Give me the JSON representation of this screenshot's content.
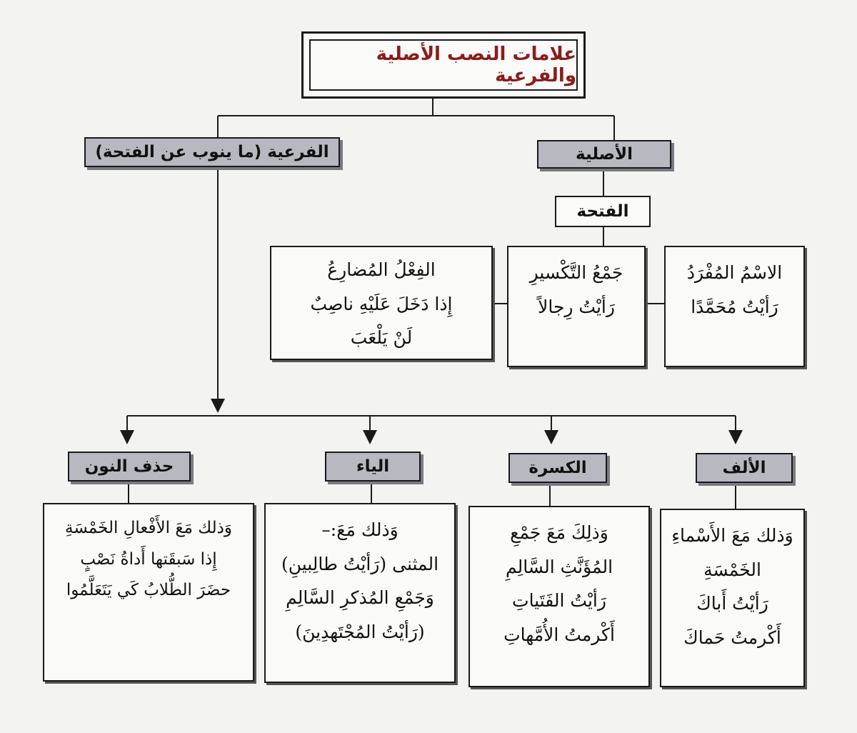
{
  "title": "علامات النصب الأصلية والفرعية",
  "branches": {
    "original": {
      "label": "الأصلية"
    },
    "secondary": {
      "label": "الفرعية (ما ينوب عن الفتحة)"
    }
  },
  "fatha": {
    "label": "الفتحة"
  },
  "original_cases": [
    {
      "lines": [
        "الاسْمُ المُفْرَدُ",
        "رَأيْتُ مُحَمَّدًا"
      ]
    },
    {
      "lines": [
        "جَمْعُ التَّكْسيرِ",
        "رَأيْتُ رِجالاً"
      ]
    },
    {
      "lines": [
        "الفِعْلُ المُضارِعُ",
        "إِذا دَخَلَ عَلَيْهِ ناصِبٌ",
        "لَنْ يَلْعَبَ"
      ]
    }
  ],
  "secondary_cases": [
    {
      "label": "الألف",
      "lines": [
        "وَذلك مَعَ الأَسْماءِ",
        "الخَمْسَةِ",
        "رَأيْتُ أَباكَ",
        "أَكْرمتُ حَماكَ"
      ]
    },
    {
      "label": "الكسرة",
      "lines": [
        "وَذلِكَ مَعَ جَمْعِ",
        "المُؤَنَّثِ السَّالِمِ",
        "رَأيْتُ الفَتَياتِ",
        "أَكْرمتُ الأُمَّهاتِ"
      ]
    },
    {
      "label": "الياء",
      "lines": [
        "وَذلك مَعَ:–",
        "المثنى (رَأيْتُ طالِبينِ)",
        "وَجَمْعِ المُذكرِ السَّالِمِ",
        "(رَأيْتُ المُجْتَهدِينَ)"
      ]
    },
    {
      "label": "حذف النون",
      "lines": [
        "وَذلك مَعَ الأَفْعالِ الخَمْسَةِ",
        "إِذا سَبقَتها أَداةُ نَصْبٍ",
        "حضَرَ الطُّلابُ كَي يَتَعَلَّمُوا"
      ]
    }
  ]
}
